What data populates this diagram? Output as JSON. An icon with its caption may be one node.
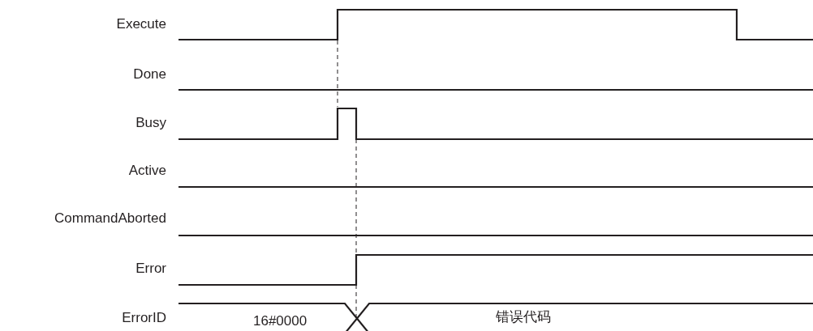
{
  "diagram": {
    "labels": [
      "Execute",
      "Done",
      "Busy",
      "Active",
      "CommandAborted",
      "Error",
      "ErrorID",
      "16#0000",
      "错误代码"
    ]
  }
}
